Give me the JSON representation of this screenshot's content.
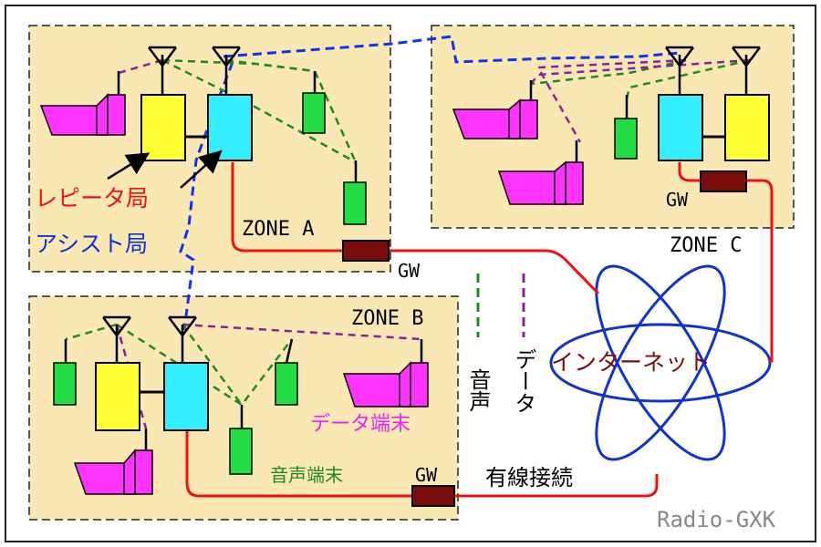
{
  "zones": {
    "a": "ZONE A",
    "b": "ZONE B",
    "c": "ZONE C"
  },
  "gateways": {
    "a": "GW",
    "b": "GW",
    "c": "GW"
  },
  "labels": {
    "repeater": "レピータ局",
    "assist": "アシスト局",
    "data_terminal": "データ端末",
    "voice_terminal": "音声端末",
    "wired": "有線接続",
    "internet": "インターネット",
    "legend_voice": "音声",
    "legend_data": "データ",
    "credit": "Radio-GXK"
  },
  "colors": {
    "zone_fill": "#fae8b4",
    "repeater": "#ffff33",
    "assist": "#33eeff",
    "data_terminal": "#ff33ff",
    "voice_terminal": "#22dd44",
    "gateway": "#7a0c0c",
    "wired_line": "#ee1111",
    "voice_link": "#228822",
    "data_link": "#882299",
    "assist_link": "#1133ee",
    "internet": "#1133cc",
    "repeater_label": "#ee1111",
    "assist_label": "#1133cc",
    "data_label": "#ee22ee",
    "voice_label": "#228822",
    "internet_label": "#7a0c0c",
    "credit": "#888888"
  }
}
